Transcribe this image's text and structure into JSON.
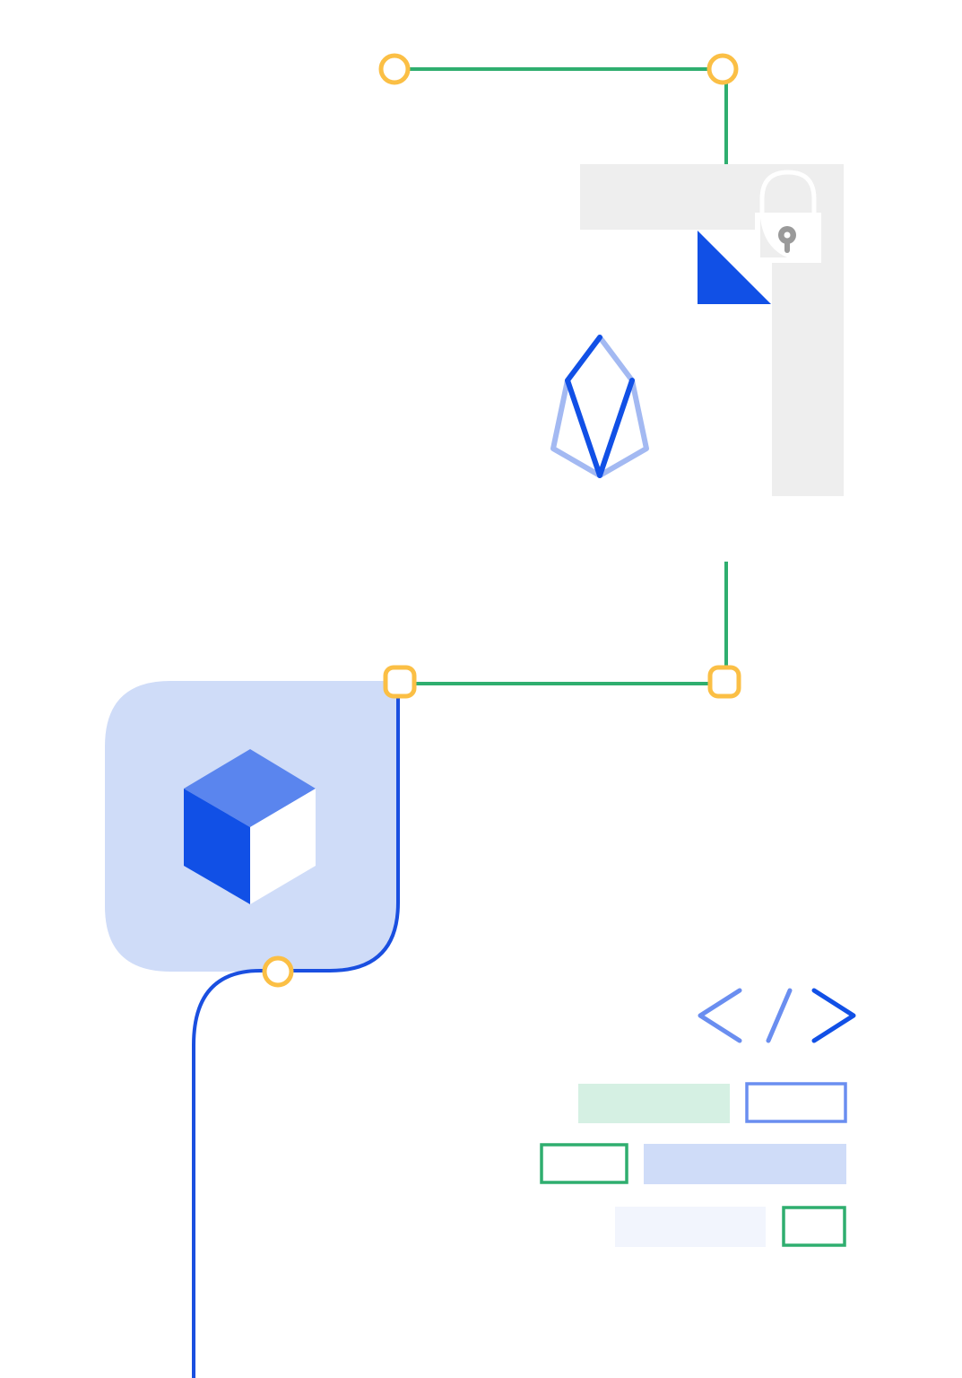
{
  "colors": {
    "background": "#ffffff",
    "connector_green": "#2fae6f",
    "connector_blue": "#1a4fe0",
    "node_yellow": "#fbbf45",
    "node_fill": "#ffffff",
    "panel_gray": "#eeeeee",
    "accent_blue": "#1150e6",
    "light_blue": "#a3b9f2",
    "medium_blue": "#5a85ee",
    "tile_blue": "#cfdcf8",
    "lock_white": "#ffffff",
    "lock_key_gray": "#9a9a9a",
    "mint": "#d5f0e3",
    "pale_blue": "#f2f5fd",
    "outline_blue": "#6a8ef0",
    "outline_green": "#2fae6f"
  },
  "icons": {
    "padlock": "padlock-icon",
    "crystal": "crystal-logo-icon",
    "cube": "cube-icon",
    "code": "code-brackets-icon",
    "triangle": "corner-triangle-icon"
  },
  "code_blocks": [
    {
      "row": 1,
      "style": "filled",
      "color": "mint"
    },
    {
      "row": 1,
      "style": "outline",
      "color": "outline_blue"
    },
    {
      "row": 2,
      "style": "outline",
      "color": "outline_green"
    },
    {
      "row": 2,
      "style": "filled",
      "color": "tile_blue"
    },
    {
      "row": 3,
      "style": "filled",
      "color": "pale_blue"
    },
    {
      "row": 3,
      "style": "outline",
      "color": "outline_green"
    }
  ]
}
